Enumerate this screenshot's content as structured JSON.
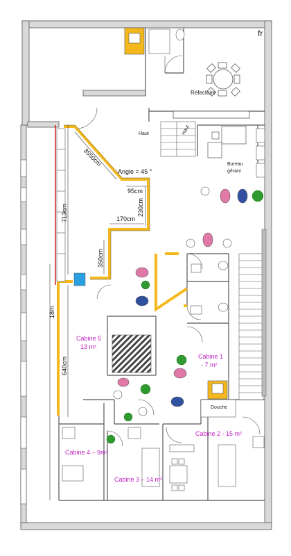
{
  "plan": {
    "corner_label": "fr",
    "rooms": {
      "refectoire": "Réfectoire",
      "bureau_line1": "Bureau",
      "bureau_line2": "gérant",
      "haut1": "Haut",
      "haut2": "Haut",
      "cabine5_line1": "Cabine 5",
      "cabine5_line2": "13  m²",
      "cabine1_line1": "Cabine 1",
      "cabine1_line2": "- 7 m²",
      "douche": "Douche",
      "cabine2": "Cabine 2 - 15 m²",
      "cabine4": "Cabine 4 – 9m²",
      "cabine3": "Cabine 3 – 14 m²"
    },
    "dimensions": {
      "d3550": "3550cm",
      "angle": "Angle = 45 °",
      "d95": "95cm",
      "d713": "713cm",
      "d230": "230cm",
      "d170": "170cm",
      "d350": "350cm",
      "d640": "640cm",
      "d18m": "18m"
    }
  },
  "colors": {
    "wall": "#d9d9d9",
    "wall_stroke": "#555555",
    "accent_wall": "#f5b81c",
    "sink_block": "#f5b81c",
    "blue_panel": "#2aa0e0",
    "red_line": "#d02020",
    "plant": "#2f9a2f",
    "room_text_magenta": "#c020c0"
  }
}
